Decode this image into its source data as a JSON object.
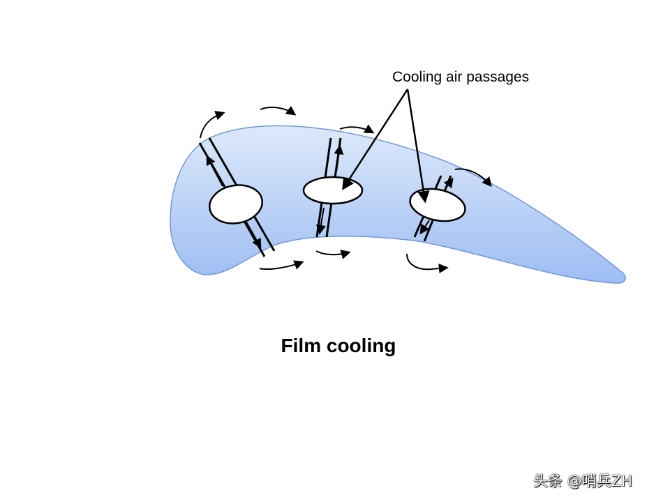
{
  "callout": {
    "label": "Cooling air passages"
  },
  "caption": {
    "text": "Film cooling"
  },
  "watermark": {
    "text": "头条 @哨兵ZH"
  },
  "colors": {
    "blade_fill_top": "#dde9fb",
    "blade_fill_bottom": "#9dbdf3",
    "blade_outline": "#6f97db",
    "ink": "#000000",
    "hole_fill": "#ffffff"
  }
}
